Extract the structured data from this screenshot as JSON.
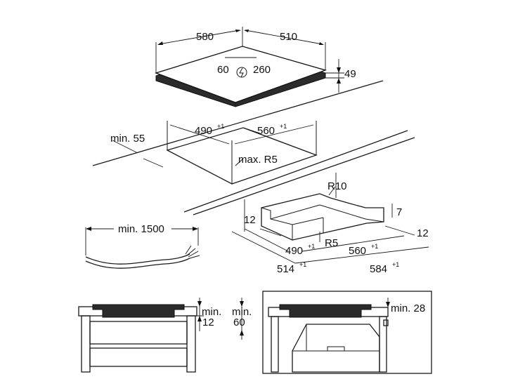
{
  "hob": {
    "width": "580",
    "depth": "510",
    "height": "49",
    "conn_a": "60",
    "conn_b": "260"
  },
  "cutout": {
    "width": "490",
    "width_tol": "+1",
    "depth": "560",
    "depth_tol": "+1",
    "min_edge": "min. 55",
    "radius": "max. R5"
  },
  "frame": {
    "r_outer": "R10",
    "r_inner": "R5",
    "rim_left": "12",
    "rim_right": "12",
    "rim_height": "7",
    "inner_w": "490",
    "inner_w_tol": "+1",
    "inner_d": "560",
    "inner_d_tol": "+1",
    "outer_w": "514",
    "outer_w_tol": "+1",
    "outer_d": "584",
    "outer_d_tol": "+1"
  },
  "cable": {
    "length": "min. 1500"
  },
  "install_left": {
    "gap_a_label": "min.",
    "gap_a_value": "12",
    "gap_b_label": "min.",
    "gap_b_value": "60"
  },
  "install_right": {
    "clearance": "min. 28"
  }
}
